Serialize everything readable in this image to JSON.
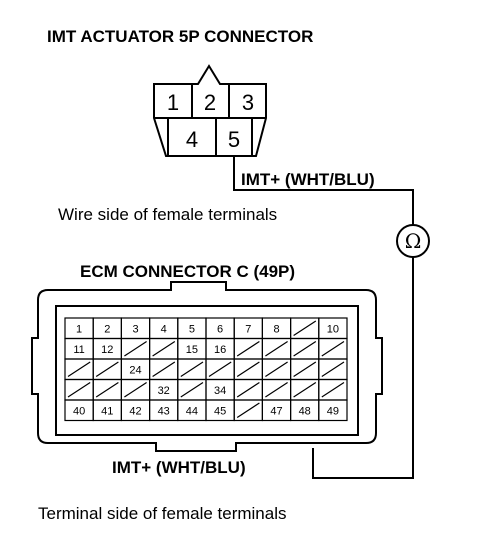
{
  "imt_connector": {
    "title": "IMT ACTUATOR 5P CONNECTOR",
    "caption": "Wire side of female terminals",
    "pins": [
      "1",
      "2",
      "3",
      "4",
      "5"
    ]
  },
  "ecm_connector": {
    "title": "ECM CONNECTOR C (49P)",
    "caption": "Terminal side of female terminals",
    "row1": [
      "1",
      "2",
      "3",
      "4",
      "5",
      "6",
      "7",
      "8",
      "",
      "10"
    ],
    "row2_pins": [
      "11",
      "12",
      "15",
      "16"
    ],
    "row3_pins": [
      "24"
    ],
    "row4_pins": [
      "32",
      "34"
    ],
    "row5": [
      "40",
      "41",
      "42",
      "43",
      "44",
      "45",
      "",
      "47",
      "48",
      "49"
    ]
  },
  "wires": {
    "imt_label": "IMT+ (WHT/BLU)",
    "ecm_label": "IMT+ (WHT/BLU)"
  },
  "meter": {
    "symbol": "Ω"
  }
}
